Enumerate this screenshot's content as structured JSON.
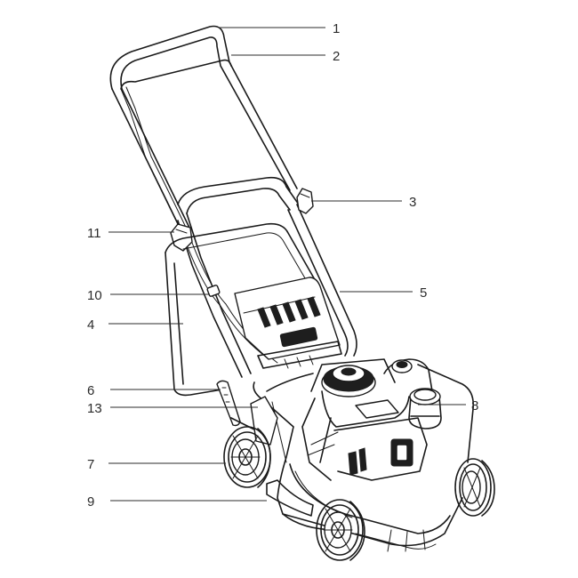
{
  "diagram": {
    "subject": "lawn-mower",
    "callouts": [
      {
        "id": "c1",
        "label": "1"
      },
      {
        "id": "c2",
        "label": "2"
      },
      {
        "id": "c3",
        "label": "3"
      },
      {
        "id": "c4",
        "label": "4"
      },
      {
        "id": "c5",
        "label": "5"
      },
      {
        "id": "c6",
        "label": "6"
      },
      {
        "id": "c7",
        "label": "7"
      },
      {
        "id": "c8",
        "label": "8"
      },
      {
        "id": "c9",
        "label": "9"
      },
      {
        "id": "c10",
        "label": "10"
      },
      {
        "id": "c11",
        "label": "11"
      },
      {
        "id": "c13",
        "label": "13"
      }
    ]
  }
}
